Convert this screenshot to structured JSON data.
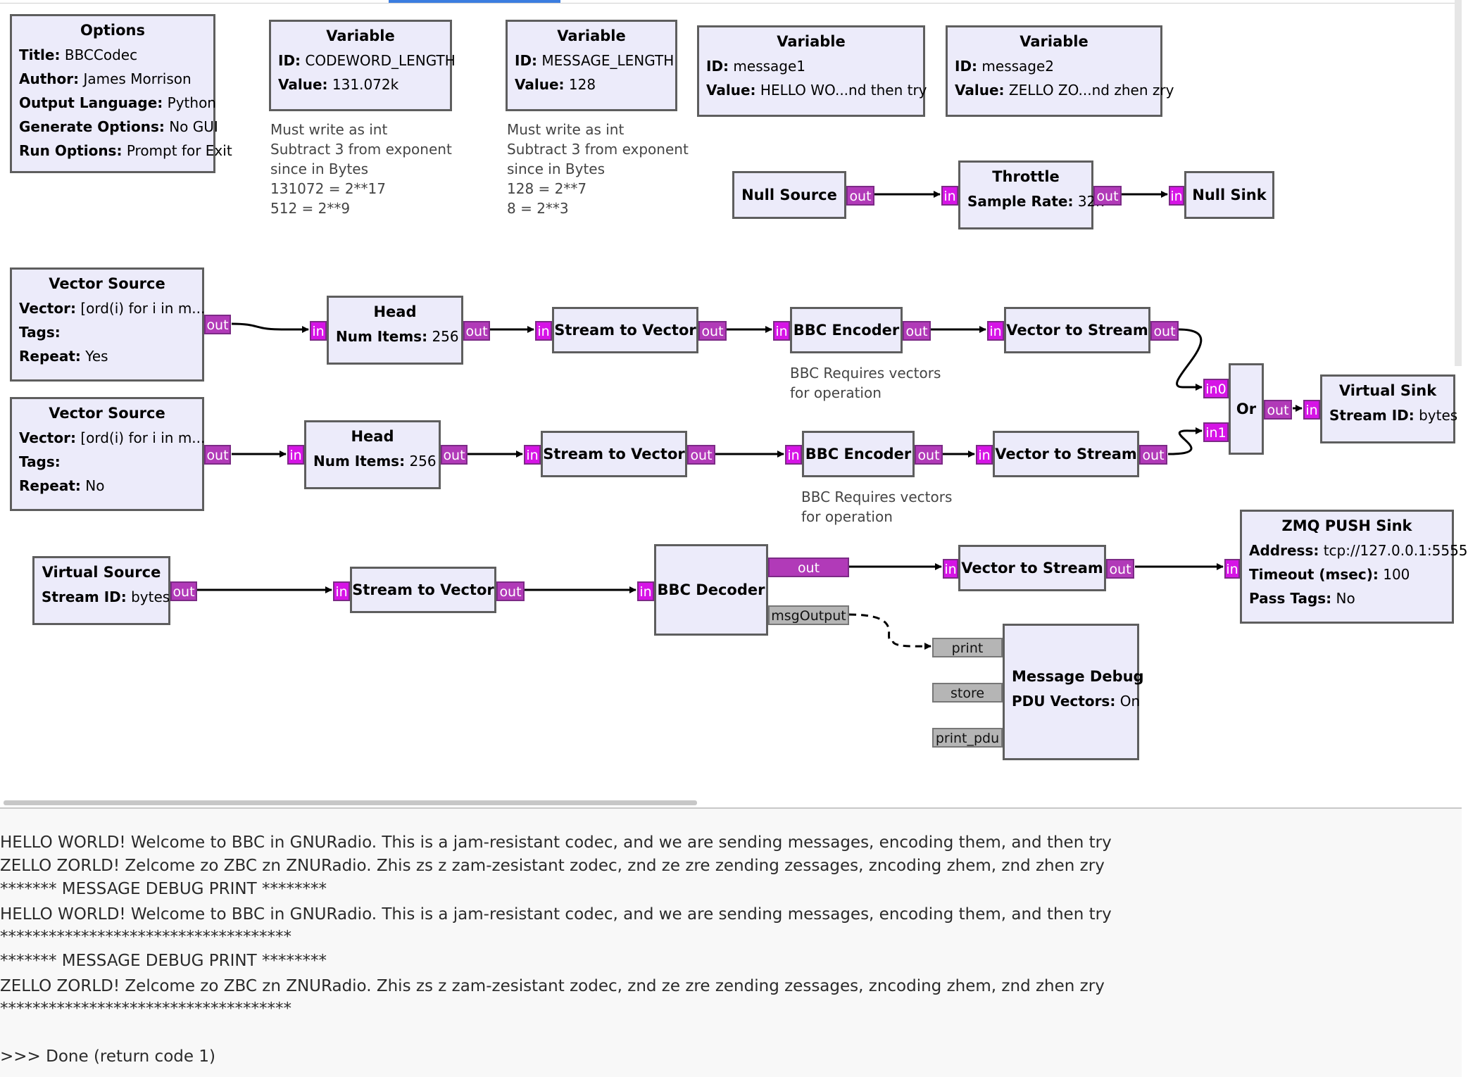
{
  "canvas": {
    "blocks": {
      "options": {
        "title": "Options",
        "rows": [
          {
            "label": "Title:",
            "value": "BBCCodec"
          },
          {
            "label": "Author:",
            "value": "James Morrison"
          },
          {
            "label": "Output Language:",
            "value": "Python"
          },
          {
            "label": "Generate Options:",
            "value": "No GUI"
          },
          {
            "label": "Run Options:",
            "value": "Prompt for Exit"
          }
        ]
      },
      "var_codeword": {
        "title": "Variable",
        "rows": [
          {
            "label": "ID:",
            "value": "CODEWORD_LENGTH"
          },
          {
            "label": "Value:",
            "value": "131.072k"
          }
        ]
      },
      "var_message_length": {
        "title": "Variable",
        "rows": [
          {
            "label": "ID:",
            "value": "MESSAGE_LENGTH"
          },
          {
            "label": "Value:",
            "value": "128"
          }
        ]
      },
      "var_message1": {
        "title": "Variable",
        "rows": [
          {
            "label": "ID:",
            "value": "message1"
          },
          {
            "label": "Value:",
            "value": "HELLO WO...nd then try"
          }
        ]
      },
      "var_message2": {
        "title": "Variable",
        "rows": [
          {
            "label": "ID:",
            "value": "message2"
          },
          {
            "label": "Value:",
            "value": "ZELLO ZO...nd zhen zry"
          }
        ]
      },
      "null_source": {
        "title": "Null Source"
      },
      "throttle": {
        "title": "Throttle",
        "rows": [
          {
            "label": "Sample Rate:",
            "value": "32k"
          }
        ]
      },
      "null_sink": {
        "title": "Null Sink"
      },
      "vector_source_1": {
        "title": "Vector Source",
        "rows": [
          {
            "label": "Vector:",
            "value": "[ord(i) for i in m..."
          },
          {
            "label": "Tags:",
            "value": ""
          },
          {
            "label": "Repeat:",
            "value": "Yes"
          }
        ]
      },
      "vector_source_2": {
        "title": "Vector Source",
        "rows": [
          {
            "label": "Vector:",
            "value": "[ord(i) for i in m..."
          },
          {
            "label": "Tags:",
            "value": ""
          },
          {
            "label": "Repeat:",
            "value": "No"
          }
        ]
      },
      "head_1": {
        "title": "Head",
        "rows": [
          {
            "label": "Num Items:",
            "value": "256"
          }
        ]
      },
      "head_2": {
        "title": "Head",
        "rows": [
          {
            "label": "Num Items:",
            "value": "256"
          }
        ]
      },
      "stream_to_vector_1": {
        "title": "Stream to Vector"
      },
      "stream_to_vector_2": {
        "title": "Stream to Vector"
      },
      "stream_to_vector_3": {
        "title": "Stream to Vector"
      },
      "bbc_encoder_1": {
        "title": "BBC Encoder"
      },
      "bbc_encoder_2": {
        "title": "BBC Encoder"
      },
      "vector_to_stream_1": {
        "title": "Vector to Stream"
      },
      "vector_to_stream_2": {
        "title": "Vector to Stream"
      },
      "vector_to_stream_3": {
        "title": "Vector to Stream"
      },
      "or_block": {
        "title": "Or"
      },
      "virtual_sink": {
        "title": "Virtual Sink",
        "rows": [
          {
            "label": "Stream ID:",
            "value": "bytes"
          }
        ]
      },
      "virtual_source": {
        "title": "Virtual Source",
        "rows": [
          {
            "label": "Stream ID:",
            "value": "bytes"
          }
        ]
      },
      "bbc_decoder": {
        "title": "BBC Decoder"
      },
      "zmq_push_sink": {
        "title": "ZMQ PUSH Sink",
        "rows": [
          {
            "label": "Address:",
            "value": "tcp://127.0.0.1:5555"
          },
          {
            "label": "Timeout (msec):",
            "value": "100"
          },
          {
            "label": "Pass Tags:",
            "value": "No"
          }
        ]
      },
      "message_debug": {
        "title": "Message Debug",
        "rows": [
          {
            "label": "PDU Vectors:",
            "value": "On"
          }
        ]
      }
    },
    "ports": {
      "out": "out",
      "in": "in",
      "in0": "in0",
      "in1": "in1",
      "msgOutput": "msgOutput",
      "print": "print",
      "store": "store",
      "print_pdu": "print_pdu"
    },
    "comments": {
      "codeword": "Must write as int\nSubtract 3 from exponent\nsince in Bytes\n131072 = 2**17\n512 = 2**9",
      "message_length": "Must write as int\nSubtract 3 from exponent\nsince in Bytes\n128 = 2**7\n8 = 2**3",
      "bbc_encoder_1": "BBC Requires vectors\nfor operation",
      "bbc_encoder_2": "BBC Requires vectors\nfor operation"
    }
  },
  "console": {
    "lines": [
      "HELLO WORLD! Welcome to BBC in GNURadio. This is a jam-resistant codec, and we are sending messages, encoding them, and then try",
      "ZELLO ZORLD! Zelcome zo ZBC zn ZNURadio. Zhis zs z zam-zesistant zodec, znd ze zre zending zessages, zncoding zhem, znd zhen zry",
      "******* MESSAGE DEBUG PRINT ********",
      "HELLO WORLD! Welcome to BBC in GNURadio. This is a jam-resistant codec, and we are sending messages, encoding them, and then try",
      "************************************",
      "******* MESSAGE DEBUG PRINT ********",
      "ZELLO ZORLD! Zelcome zo ZBC zn ZNURadio. Zhis zs z zam-zesistant zodec, znd ze zre zending zessages, zncoding zhem, znd zhen zry",
      "************************************",
      ">>> Done (return code 1)"
    ]
  }
}
